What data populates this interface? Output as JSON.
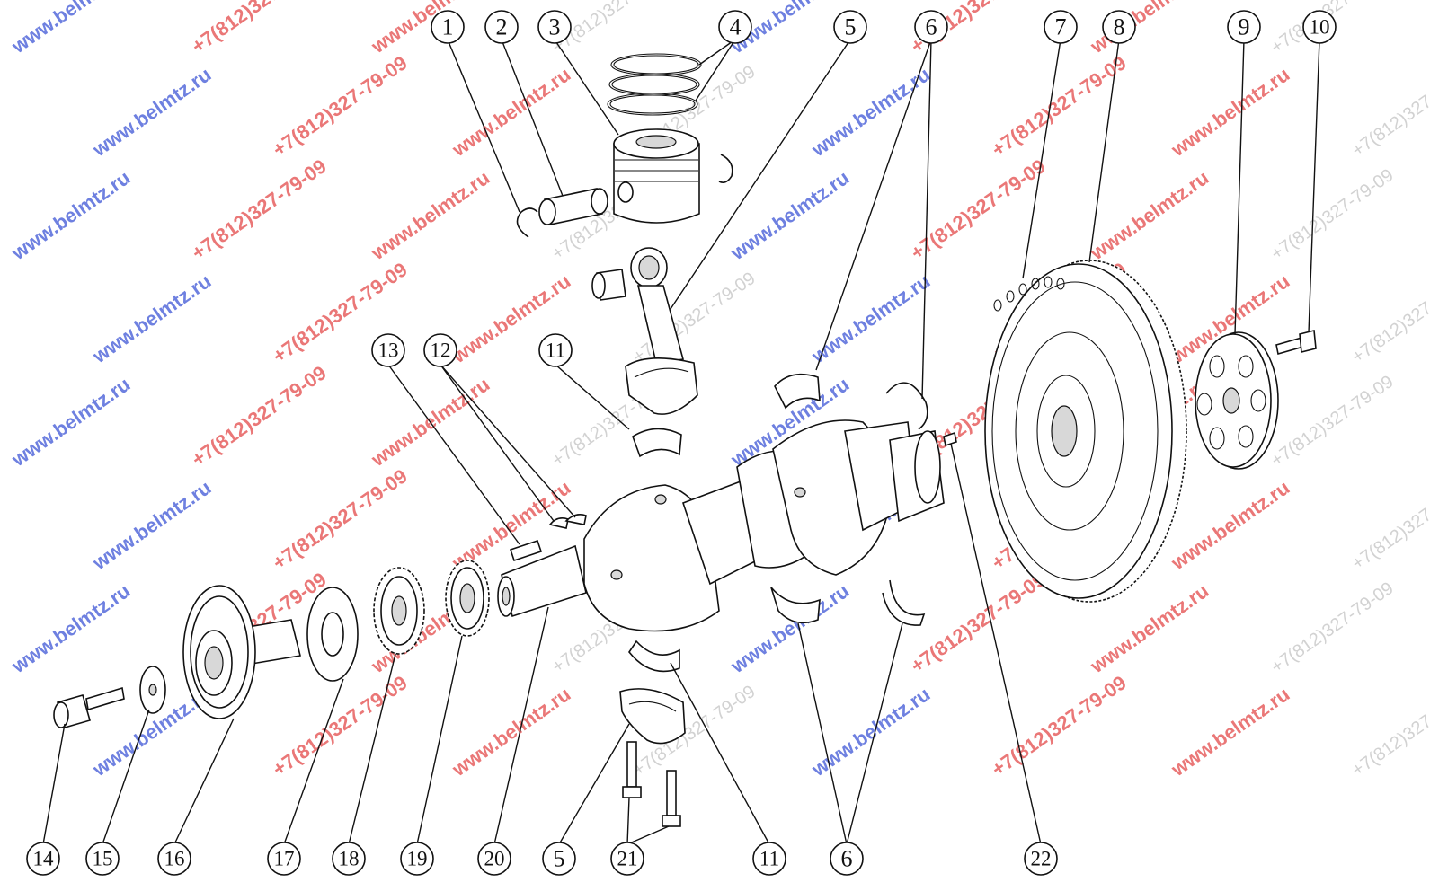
{
  "diagram": {
    "callouts": [
      "1",
      "2",
      "3",
      "4",
      "5",
      "6",
      "7",
      "8",
      "9",
      "10",
      "11",
      "12",
      "13",
      "14",
      "15",
      "16",
      "17",
      "18",
      "19",
      "20",
      "5",
      "21",
      "11",
      "6",
      "22"
    ]
  },
  "watermarks": {
    "site": "www.belmtz.ru",
    "phone": "+7(812)327-79-09"
  }
}
